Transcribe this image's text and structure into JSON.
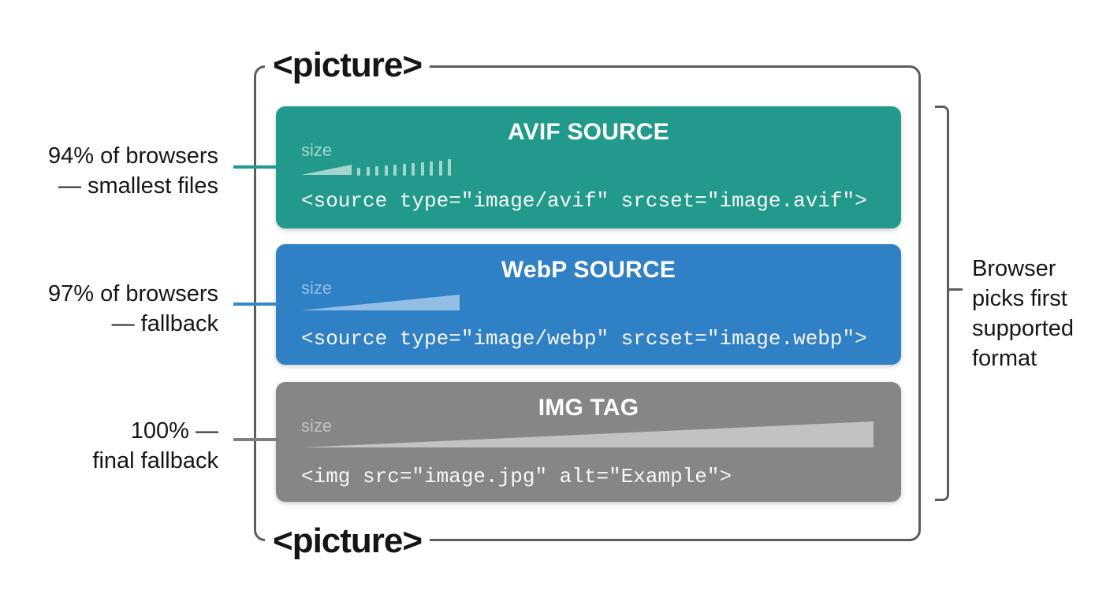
{
  "container": {
    "open_tag": "<picture>",
    "close_tag": "<picture>",
    "line_color": "#5a5d60"
  },
  "cards": [
    {
      "title": "AVIF SOURCE",
      "size_label": "size",
      "code": "<source type=\"image/avif\" srcset=\"image.avif\">",
      "bg": "#219a8c",
      "tint": "#a3d5cf"
    },
    {
      "title": "WebP SOURCE",
      "size_label": "size",
      "code": "<source type=\"image/webp\" srcset=\"image.webp\">",
      "bg": "#2f80c4",
      "tint": "#93bfe6"
    },
    {
      "title": "IMG TAG",
      "size_label": "size",
      "code": "<img src=\"image.jpg\" alt=\"Example\">",
      "bg": "#868686",
      "tint": "#c2c2c2"
    }
  ],
  "annotations": [
    {
      "lines": [
        "94% of browsers",
        "— smallest files"
      ],
      "line_color": "#219a8c"
    },
    {
      "lines": [
        "97% of browsers",
        "— fallback"
      ],
      "line_color": "#3a87c8"
    },
    {
      "lines": [
        "100% —",
        "final fallback"
      ],
      "line_color": "#7f7f7f"
    }
  ],
  "bracket_note": {
    "lines": [
      "Browser",
      "picks first",
      "supported",
      "format"
    ]
  }
}
